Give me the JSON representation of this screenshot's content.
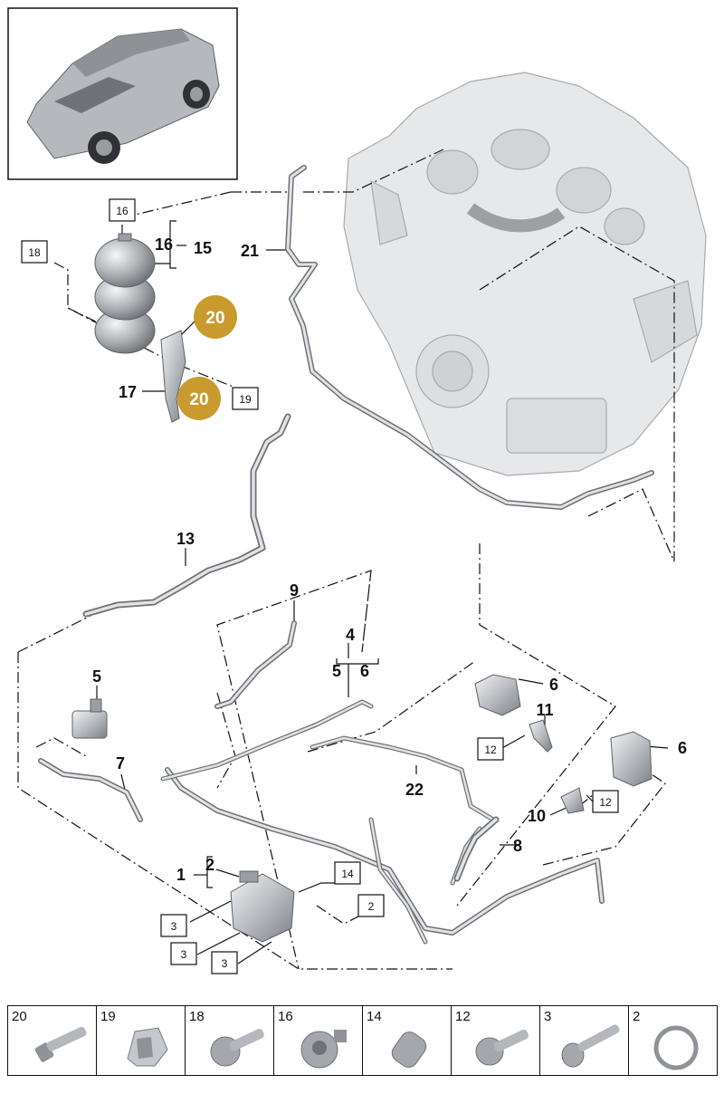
{
  "callouts": {
    "c1": "1",
    "c2": "2",
    "c4": "4",
    "c5a": "5",
    "c5b": "5",
    "c6a": "6",
    "c6b": "6",
    "c6c": "6",
    "c7": "7",
    "c8": "8",
    "c9": "9",
    "c10": "10",
    "c11": "11",
    "c13": "13",
    "c15": "15",
    "c16": "16",
    "c17": "17",
    "c21": "21",
    "c22": "22"
  },
  "boxed": {
    "b16": "16",
    "b18": "18",
    "b19": "19",
    "b12a": "12",
    "b12b": "12",
    "b14": "14",
    "b2": "2",
    "b3a": "3",
    "b3b": "3",
    "b3c": "3"
  },
  "gold": {
    "g20a": "20",
    "g20b": "20"
  },
  "legend": [
    "20",
    "19",
    "18",
    "16",
    "14",
    "12",
    "3",
    "2"
  ],
  "colors": {
    "gold": "#c99a2e",
    "line": "#111111",
    "part": "#d8dadd",
    "edge": "#6d7075"
  }
}
